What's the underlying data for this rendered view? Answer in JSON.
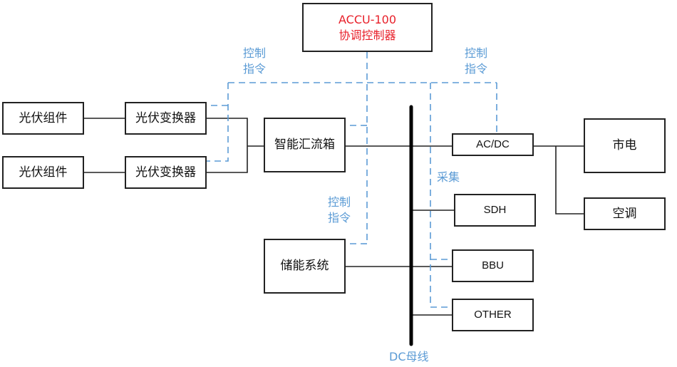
{
  "colors": {
    "box_border": "#222222",
    "solid_line": "#222222",
    "dashed_line": "#5b9bd5",
    "controller_text": "#e8202a",
    "annotation_text": "#5b9bd5"
  },
  "controller": {
    "line1": "ACCU-100",
    "line2": "协调控制器"
  },
  "nodes": {
    "pv_module_1": "光伏组件",
    "pv_module_2": "光伏组件",
    "pv_converter_1": "光伏变换器",
    "pv_converter_2": "光伏变换器",
    "combiner_box": "智能汇流箱",
    "energy_storage": "储能系统",
    "ac_dc": "AC/DC",
    "sdh": "SDH",
    "bbu": "BBU",
    "other": "OTHER",
    "grid": "市电",
    "air_conditioner": "空调"
  },
  "annotations": {
    "control_cmd_left": {
      "line1": "控制",
      "line2": "指令"
    },
    "control_cmd_right": {
      "line1": "控制",
      "line2": "指令"
    },
    "control_cmd_storage": {
      "line1": "控制",
      "line2": "指令"
    },
    "collect": "采集",
    "dc_bus": "DC母线"
  }
}
